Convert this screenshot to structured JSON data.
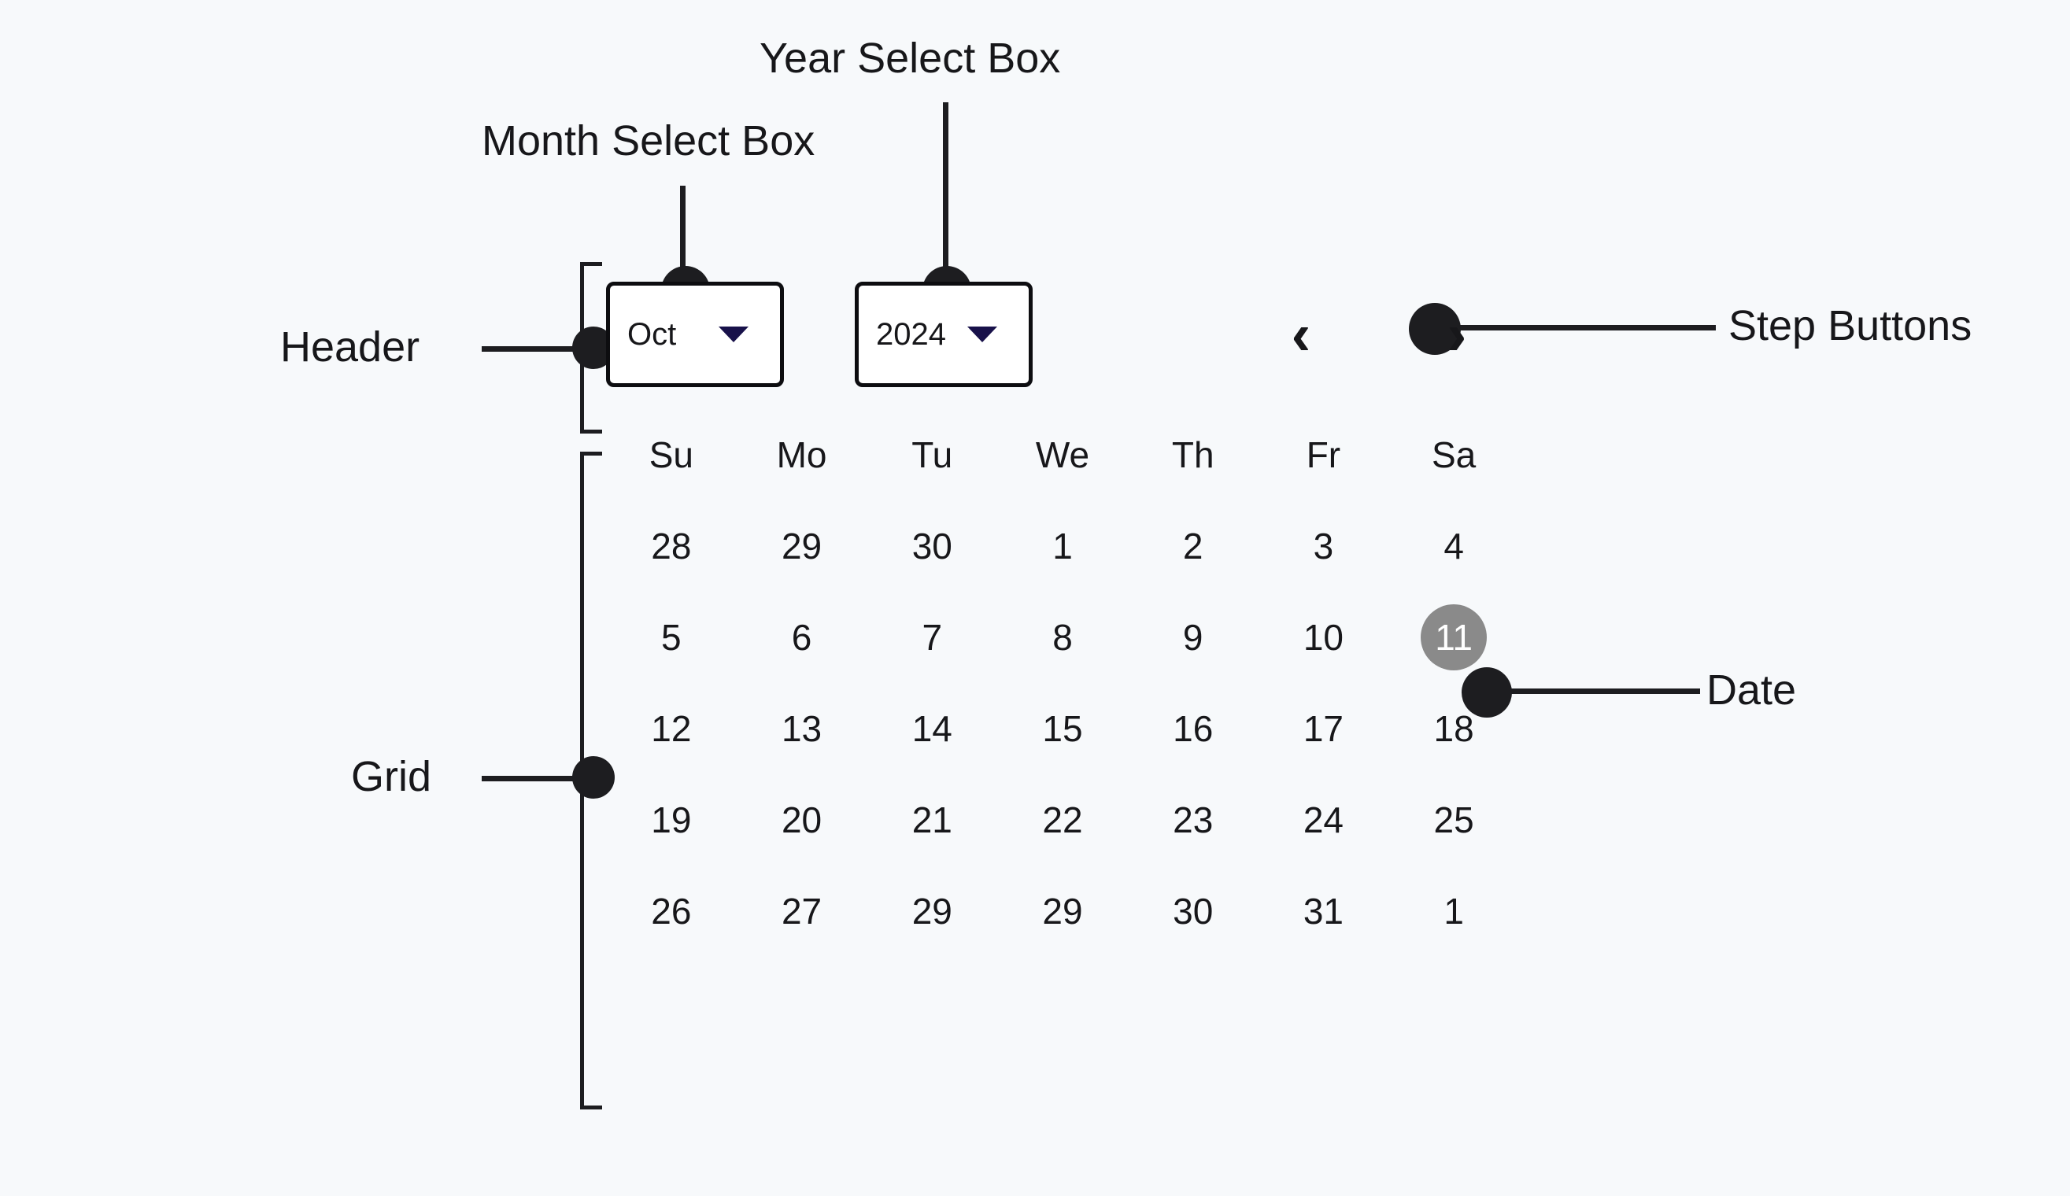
{
  "annotations": {
    "month_select": "Month Select Box",
    "year_select": "Year Select Box",
    "header": "Header",
    "grid": "Grid",
    "step_buttons": "Step Buttons",
    "date": "Date"
  },
  "calendar": {
    "month": "Oct",
    "year": "2024",
    "prev_label": "‹",
    "next_label": "›",
    "weekdays": [
      "Su",
      "Mo",
      "Tu",
      "We",
      "Th",
      "Fr",
      "Sa"
    ],
    "weeks": [
      [
        "28",
        "29",
        "30",
        "1",
        "2",
        "3",
        "4"
      ],
      [
        "5",
        "6",
        "7",
        "8",
        "9",
        "10",
        "11"
      ],
      [
        "12",
        "13",
        "14",
        "15",
        "16",
        "17",
        "18"
      ],
      [
        "19",
        "20",
        "21",
        "22",
        "23",
        "24",
        "25"
      ],
      [
        "26",
        "27",
        "29",
        "29",
        "30",
        "31",
        "1"
      ]
    ],
    "selected": {
      "week": 1,
      "index": 6,
      "value": "11"
    }
  },
  "colors": {
    "background": "#f7f9fb",
    "ink": "#17171a",
    "annotation": "#1d1d20",
    "caret": "#18114a",
    "selected_bg": "#8a8a8a",
    "selected_text": "#ffffff",
    "select_border": "#0d0d10",
    "select_fill": "#ffffff"
  }
}
